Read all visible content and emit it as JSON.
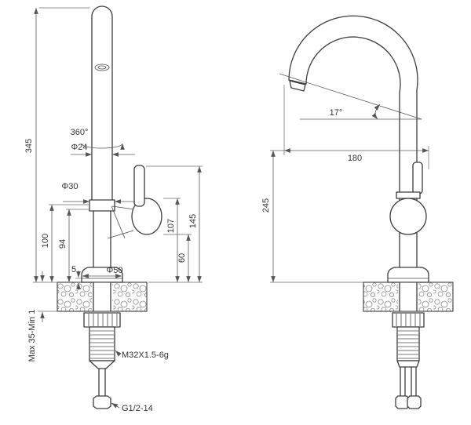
{
  "colors": {
    "ink": "#3d3d3d",
    "dim_line": "#5a5a5a",
    "background": "#ffffff"
  },
  "front_view": {
    "dimensions": {
      "overall_height": "345",
      "swivel_angle": "360°",
      "spout_pipe_diameter": "Φ24",
      "body_diameter": "Φ30",
      "height_100": "100",
      "height_94": "94",
      "flange_lip": "5",
      "base_diameter": "Φ50",
      "handle_hub_height": "107",
      "hub_bottom_height": "60",
      "handle_top_height": "145",
      "deck_thickness": "Max 35-Min 1",
      "mounting_thread": "M32X1.5-6g",
      "inlet_thread": "G1/2-14"
    }
  },
  "side_view": {
    "dimensions": {
      "spout_angle": "17°",
      "spout_reach": "180",
      "spout_height": "245"
    }
  }
}
